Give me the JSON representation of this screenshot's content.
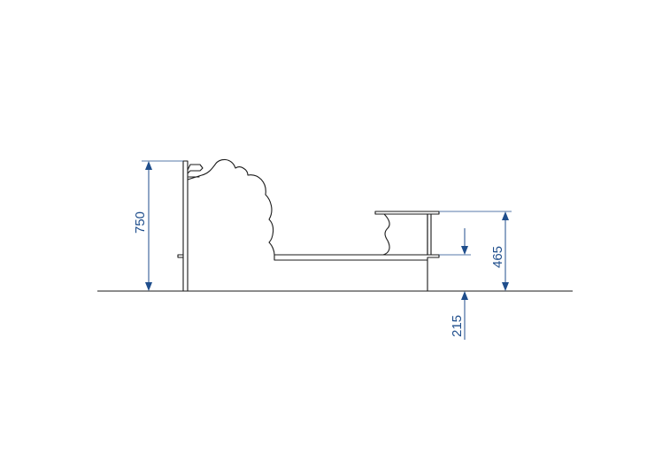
{
  "drawing": {
    "dimensions": {
      "overall_height": "750",
      "seat_height": "465",
      "lower_shelf_height": "215"
    },
    "colors": {
      "outline": "#1a1a1a",
      "dimension": "#1f4e8c",
      "background": "#ffffff"
    }
  }
}
